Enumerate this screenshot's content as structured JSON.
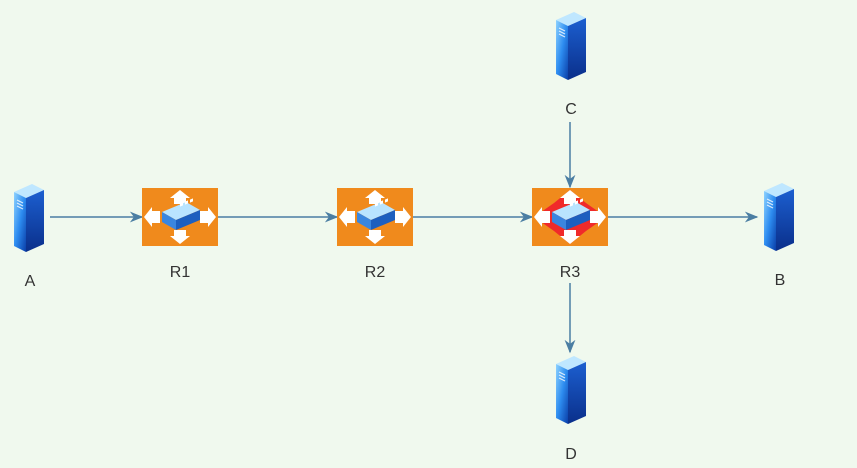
{
  "labels": {
    "a": "A",
    "b": "B",
    "c": "C",
    "d": "D",
    "r1": "R1",
    "r2": "R2",
    "r3": "R3"
  },
  "colors": {
    "background": "#f0f9ee",
    "router_orange": "#f08a1c",
    "router_red": "#f02a2a",
    "link": "#4b7ea3",
    "server_blue": "#1e74e0"
  },
  "nodes": [
    {
      "id": "a",
      "type": "server"
    },
    {
      "id": "r1",
      "type": "router"
    },
    {
      "id": "r2",
      "type": "router"
    },
    {
      "id": "r3",
      "type": "router",
      "highlight": true
    },
    {
      "id": "b",
      "type": "server"
    },
    {
      "id": "c",
      "type": "server"
    },
    {
      "id": "d",
      "type": "server"
    }
  ],
  "links": [
    {
      "from": "a",
      "to": "r1"
    },
    {
      "from": "r1",
      "to": "r2"
    },
    {
      "from": "r2",
      "to": "r3"
    },
    {
      "from": "r3",
      "to": "b"
    },
    {
      "from": "c",
      "to": "r3"
    },
    {
      "from": "r3",
      "to": "d"
    }
  ]
}
